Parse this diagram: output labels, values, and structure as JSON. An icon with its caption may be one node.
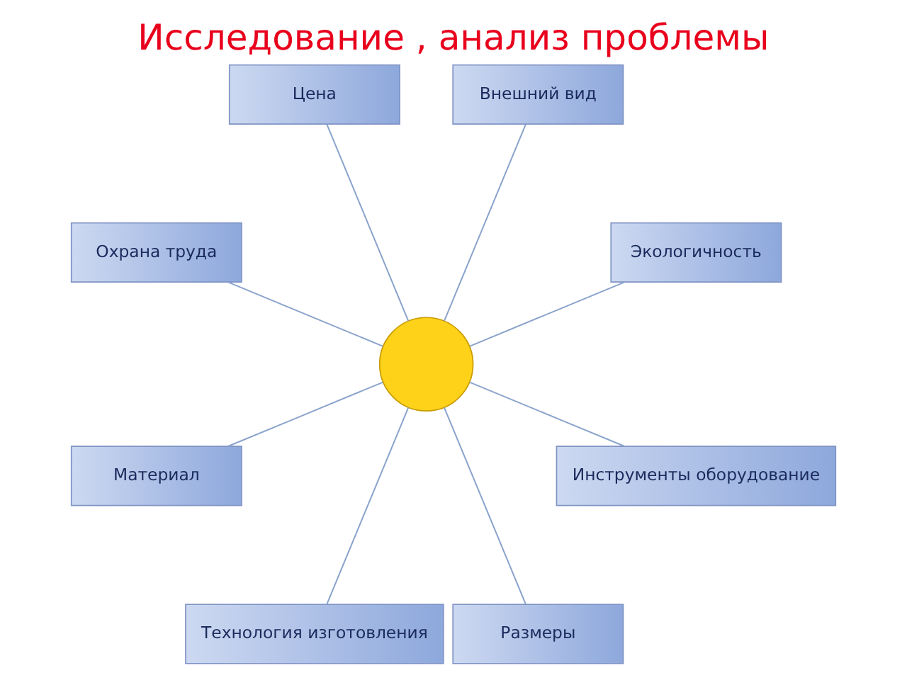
{
  "diagram": {
    "title": "Исследование , анализ проблемы",
    "nodes": [
      {
        "text": [
          "Экологичность"
        ]
      },
      {
        "text": [
          "Внешний вид"
        ]
      },
      {
        "text": [
          "Цена"
        ]
      },
      {
        "text": [
          "Охрана труда"
        ]
      },
      {
        "text": [],
        "shape": "circle"
      },
      {
        "text": [
          "Материал"
        ]
      },
      {
        "text": [
          "Технология изготовления"
        ]
      },
      {
        "text": [
          "Размеры"
        ]
      },
      {
        "text": [
          "Инструменты оборудование"
        ]
      }
    ],
    "edges": [
      {
        "from": 4,
        "to": 0,
        "arrow": "none"
      },
      {
        "from": 4,
        "to": 1,
        "arrow": "none"
      },
      {
        "from": 4,
        "to": 2,
        "arrow": "none"
      },
      {
        "from": 4,
        "to": 3,
        "arrow": "none"
      },
      {
        "from": 4,
        "to": 5,
        "arrow": "none"
      },
      {
        "from": 4,
        "to": 6,
        "arrow": "none"
      },
      {
        "from": 4,
        "to": 7,
        "arrow": "none"
      },
      {
        "from": 4,
        "to": 8,
        "arrow": "none"
      }
    ]
  }
}
